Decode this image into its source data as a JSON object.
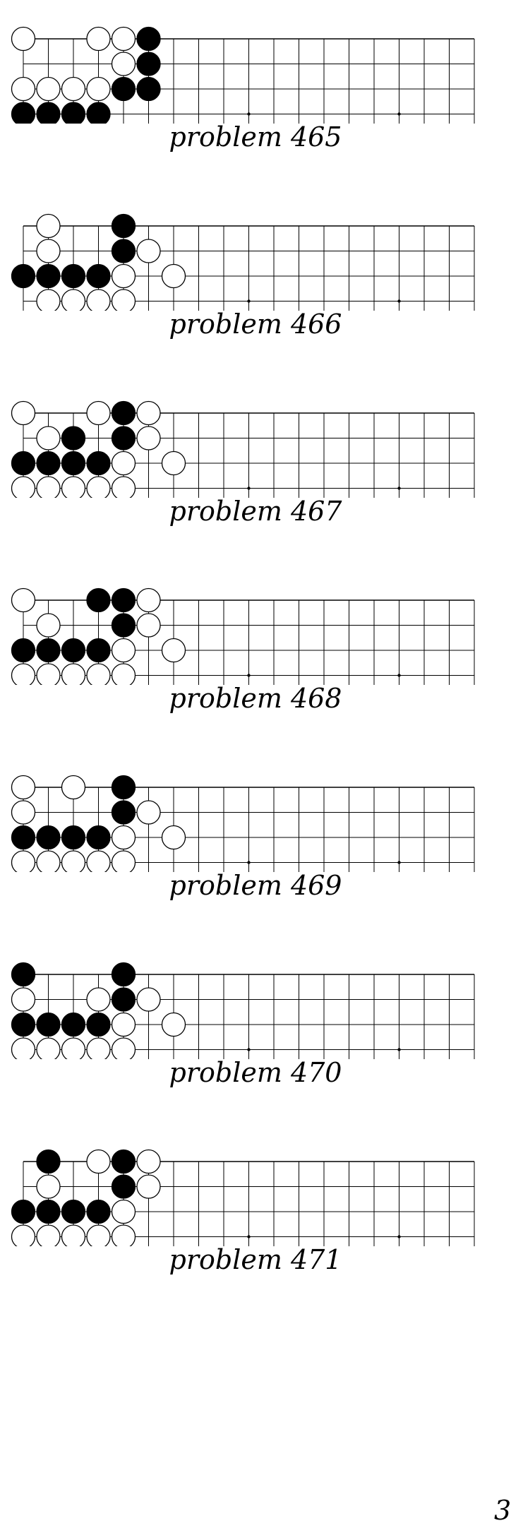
{
  "board": {
    "stroke": "#000000",
    "white_stone": "#ffffff",
    "black_stone": "#000000"
  },
  "problems": [
    {
      "caption": "problem 465",
      "black": [
        [
          5,
          0
        ],
        [
          5,
          1
        ],
        [
          4,
          2
        ],
        [
          5,
          2
        ],
        [
          0,
          3
        ],
        [
          1,
          3
        ],
        [
          2,
          3
        ],
        [
          3,
          3
        ]
      ],
      "white": [
        [
          0,
          0
        ],
        [
          3,
          0
        ],
        [
          4,
          0
        ],
        [
          4,
          1
        ],
        [
          0,
          2
        ],
        [
          1,
          2
        ],
        [
          2,
          2
        ],
        [
          3,
          2
        ]
      ]
    },
    {
      "caption": "problem 466",
      "black": [
        [
          4,
          0
        ],
        [
          4,
          1
        ],
        [
          0,
          2
        ],
        [
          1,
          2
        ],
        [
          2,
          2
        ],
        [
          3,
          2
        ]
      ],
      "white": [
        [
          1,
          0
        ],
        [
          1,
          1
        ],
        [
          5,
          1
        ],
        [
          4,
          2
        ],
        [
          6,
          2
        ],
        [
          1,
          3
        ],
        [
          2,
          3
        ],
        [
          3,
          3
        ],
        [
          4,
          3
        ]
      ]
    },
    {
      "caption": "problem 467",
      "black": [
        [
          4,
          0
        ],
        [
          2,
          1
        ],
        [
          4,
          1
        ],
        [
          0,
          2
        ],
        [
          1,
          2
        ],
        [
          2,
          2
        ],
        [
          3,
          2
        ]
      ],
      "white": [
        [
          0,
          0
        ],
        [
          3,
          0
        ],
        [
          5,
          0
        ],
        [
          1,
          1
        ],
        [
          5,
          1
        ],
        [
          4,
          2
        ],
        [
          6,
          2
        ],
        [
          0,
          3
        ],
        [
          1,
          3
        ],
        [
          2,
          3
        ],
        [
          3,
          3
        ],
        [
          4,
          3
        ]
      ]
    },
    {
      "caption": "problem 468",
      "black": [
        [
          3,
          0
        ],
        [
          4,
          0
        ],
        [
          4,
          1
        ],
        [
          0,
          2
        ],
        [
          1,
          2
        ],
        [
          2,
          2
        ],
        [
          3,
          2
        ]
      ],
      "white": [
        [
          0,
          0
        ],
        [
          5,
          0
        ],
        [
          1,
          1
        ],
        [
          5,
          1
        ],
        [
          4,
          2
        ],
        [
          6,
          2
        ],
        [
          0,
          3
        ],
        [
          1,
          3
        ],
        [
          2,
          3
        ],
        [
          3,
          3
        ],
        [
          4,
          3
        ]
      ]
    },
    {
      "caption": "problem 469",
      "black": [
        [
          4,
          0
        ],
        [
          4,
          1
        ],
        [
          0,
          2
        ],
        [
          1,
          2
        ],
        [
          2,
          2
        ],
        [
          3,
          2
        ]
      ],
      "white": [
        [
          0,
          0
        ],
        [
          2,
          0
        ],
        [
          0,
          1
        ],
        [
          5,
          1
        ],
        [
          4,
          2
        ],
        [
          6,
          2
        ],
        [
          0,
          3
        ],
        [
          1,
          3
        ],
        [
          2,
          3
        ],
        [
          3,
          3
        ],
        [
          4,
          3
        ]
      ]
    },
    {
      "caption": "problem 470",
      "black": [
        [
          0,
          0
        ],
        [
          4,
          0
        ],
        [
          4,
          1
        ],
        [
          0,
          2
        ],
        [
          1,
          2
        ],
        [
          2,
          2
        ],
        [
          3,
          2
        ]
      ],
      "white": [
        [
          0,
          1
        ],
        [
          3,
          1
        ],
        [
          5,
          1
        ],
        [
          4,
          2
        ],
        [
          6,
          2
        ],
        [
          0,
          3
        ],
        [
          1,
          3
        ],
        [
          2,
          3
        ],
        [
          3,
          3
        ],
        [
          4,
          3
        ]
      ]
    },
    {
      "caption": "problem 471",
      "black": [
        [
          1,
          0
        ],
        [
          4,
          0
        ],
        [
          4,
          1
        ],
        [
          0,
          2
        ],
        [
          1,
          2
        ],
        [
          2,
          2
        ],
        [
          3,
          2
        ]
      ],
      "white": [
        [
          3,
          0
        ],
        [
          5,
          0
        ],
        [
          1,
          1
        ],
        [
          5,
          1
        ],
        [
          4,
          2
        ],
        [
          0,
          3
        ],
        [
          1,
          3
        ],
        [
          2,
          3
        ],
        [
          3,
          3
        ],
        [
          4,
          3
        ]
      ]
    }
  ],
  "page_number": "3"
}
